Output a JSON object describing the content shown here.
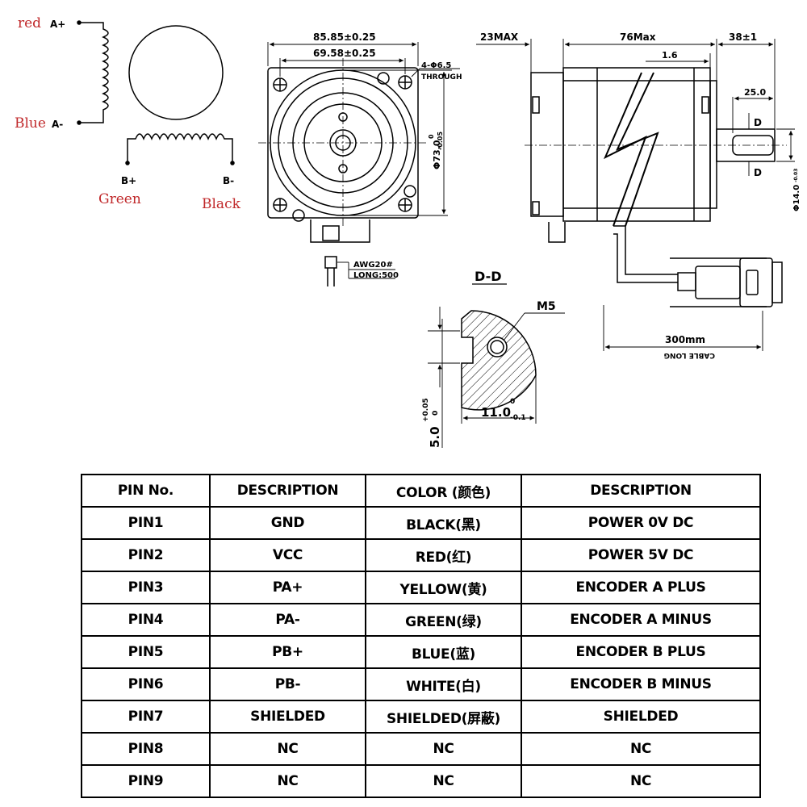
{
  "wiring": {
    "color_a_plus": "red",
    "label_a_plus": "A+",
    "color_a_minus": "Blue",
    "label_a_minus": "A-",
    "label_b_plus": "B+",
    "label_b_minus": "B-",
    "color_b_plus": "Green",
    "color_b_minus": "Black",
    "accent_color": "#c0282a"
  },
  "front_view": {
    "dim_outer": "85.85±0.25",
    "dim_inner": "69.58±0.25",
    "holes": "4-Φ6.5",
    "holes_note": "THROUGH",
    "dim_pilot": "Φ73.0",
    "dim_pilot_tol_top": "0",
    "dim_pilot_tol_bottom": "-0.05",
    "wire_gauge": "AWG20#",
    "wire_length": "LONG:500"
  },
  "side_view": {
    "dim_rear": "23MAX",
    "dim_body": "76Max",
    "dim_shaft": "38±1",
    "dim_flange": "1.6",
    "dim_key": "25.0",
    "section_mark": "D",
    "dim_shaft_dia": "Φ14.0",
    "dim_shaft_tol": "-0.03",
    "cable_length": "300mm",
    "cable_note": "CABLE LONG"
  },
  "section": {
    "title": "D-D",
    "thread": "M5",
    "dim_flat": "11.0",
    "dim_flat_tol_top": "0",
    "dim_flat_tol_bottom": "-0.1",
    "dim_key_width": "5.0",
    "dim_key_tol_top": "+0.05",
    "dim_key_tol_bottom": "0"
  },
  "table": {
    "headers": [
      "PIN No.",
      "DESCRIPTION",
      "COLOR (颜色)",
      "DESCRIPTION"
    ],
    "rows": [
      [
        "PIN1",
        "GND",
        "BLACK(黑)",
        "POWER 0V DC"
      ],
      [
        "PIN2",
        "VCC",
        "RED(红)",
        "POWER 5V DC"
      ],
      [
        "PIN3",
        "PA+",
        "YELLOW(黄)",
        "ENCODER A PLUS"
      ],
      [
        "PIN4",
        "PA-",
        "GREEN(绿)",
        "ENCODER A MINUS"
      ],
      [
        "PIN5",
        "PB+",
        "BLUE(蓝)",
        "ENCODER B PLUS"
      ],
      [
        "PIN6",
        "PB-",
        "WHITE(白)",
        "ENCODER B MINUS"
      ],
      [
        "PIN7",
        "SHIELDED",
        "SHIELDED(屏蔽)",
        "SHIELDED"
      ],
      [
        "PIN8",
        "NC",
        "NC",
        "NC"
      ],
      [
        "PIN9",
        "NC",
        "NC",
        "NC"
      ]
    ]
  }
}
